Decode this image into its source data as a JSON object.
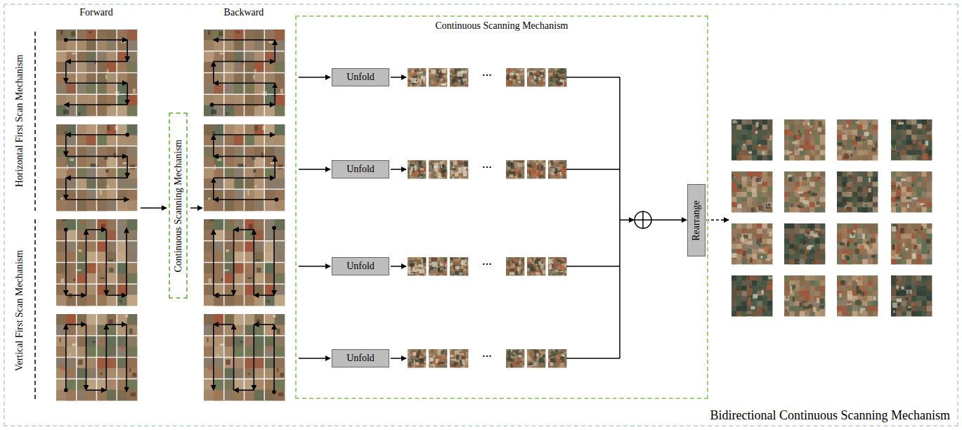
{
  "diagram": {
    "nodes": [
      {
        "text": [
          "Bidirectional Continuous Scanning Mechanism"
        ]
      },
      {
        "text": [
          "Continuous Scanning Mechanism"
        ],
        "in": 0
      },
      {
        "text": [
          "Continuous Scanning Mechanism"
        ],
        "in": 0
      },
      {
        "text": [
          "Unfold"
        ],
        "in": 2
      },
      {
        "text": [
          "Unfold"
        ],
        "in": 2
      },
      {
        "text": [
          "Unfold"
        ],
        "in": 2
      },
      {
        "text": [
          "Unfold"
        ],
        "in": 2
      },
      {
        "text": [
          "Rearrange"
        ],
        "in": 0
      }
    ],
    "labels": [
      "Forward",
      "Backward",
      "Horizontal First Scan Mechanism",
      "Vertical First Scan Mechanism",
      "···",
      "···",
      "···",
      "···"
    ]
  }
}
